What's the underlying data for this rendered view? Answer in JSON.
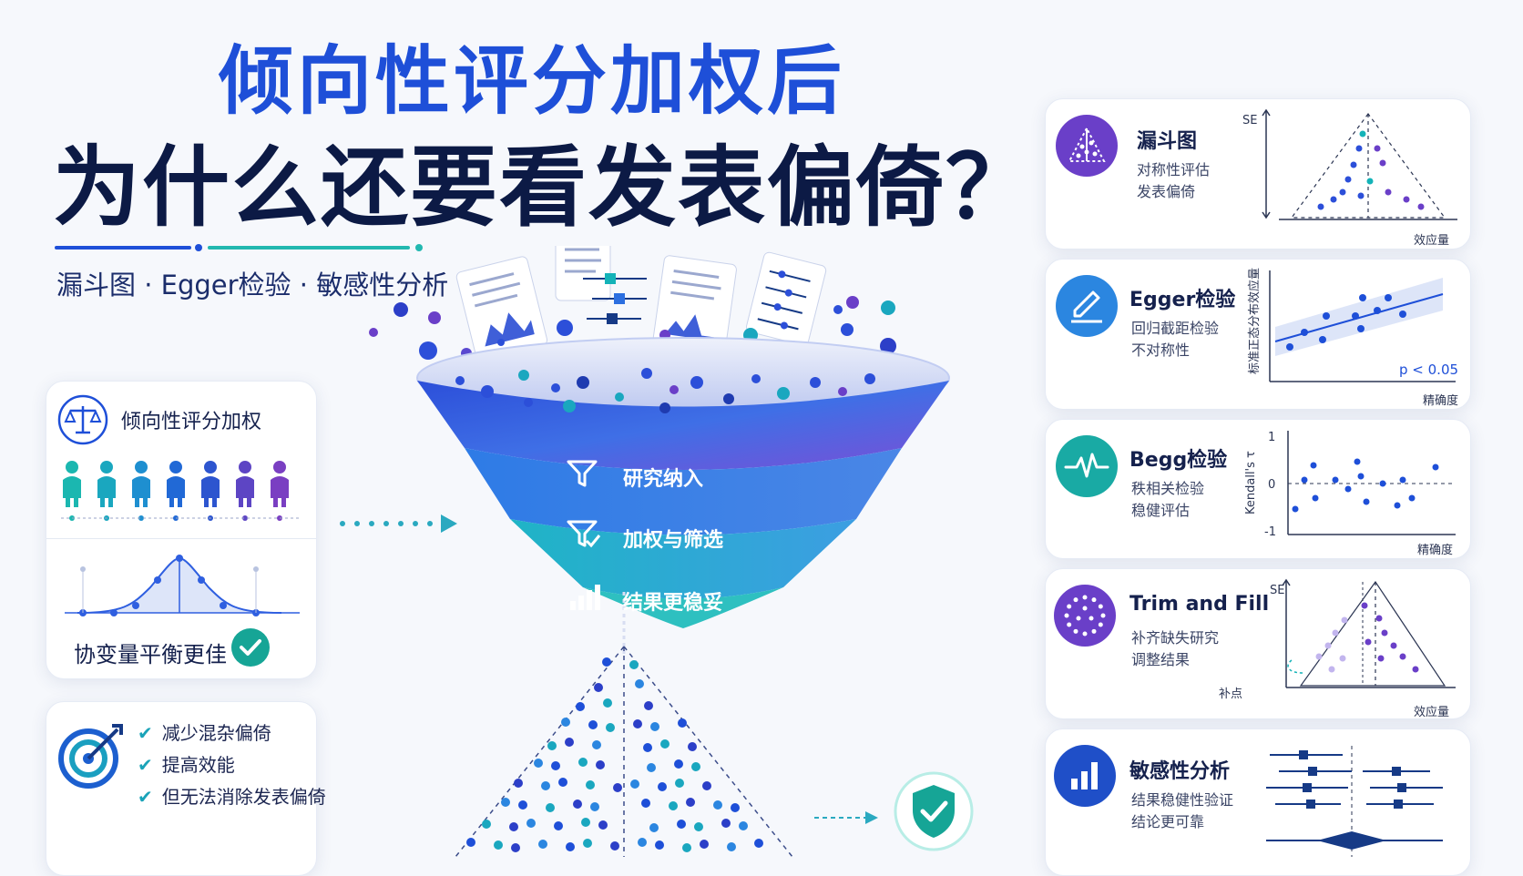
{
  "header": {
    "title_line1": "倾向性评分加权后",
    "title_line2": "为什么还要看发表偏倚？",
    "subtitle": "漏斗图 · Egger检验 · 敏感性分析"
  },
  "left_panel": {
    "title": "倾向性评分加权",
    "balance_label": "协变量平衡更佳"
  },
  "left_bottom": {
    "items": [
      "减少混杂偏倚",
      "提高效能",
      "但无法消除发表偏倚"
    ]
  },
  "funnel": {
    "layers": [
      "研究纳入",
      "加权与筛选",
      "结果更稳妥"
    ]
  },
  "right_cards": {
    "funnel_plot": {
      "title": "漏斗图",
      "lines": [
        "对称性评估",
        "发表偏倚"
      ],
      "y_axis": "SE",
      "x_axis": "效应量"
    },
    "egger": {
      "title": "Egger检验",
      "lines": [
        "回归截距检验",
        "不对称性"
      ],
      "y_axis": "标准正态分布效应量",
      "x_axis": "精确度",
      "p_value": "p < 0.05"
    },
    "begg": {
      "title": "Begg检验",
      "lines": [
        "秩相关检验",
        "稳健评估"
      ],
      "y_axis": "Kendall's τ",
      "x_axis": "精确度",
      "ticks": [
        "1",
        "0",
        "-1"
      ]
    },
    "trim_fill": {
      "title": "Trim and Fill",
      "lines": [
        "补齐缺失研究",
        "调整结果"
      ],
      "y_axis": "SE",
      "x_axis": "效应量",
      "note": "补点"
    },
    "sensitivity": {
      "title": "敏感性分析",
      "lines": [
        "结果稳健性验证",
        "结论更可靠"
      ]
    }
  },
  "colors": {
    "title_blue": "#1e4fd8",
    "navy": "#0c1a45",
    "teal": "#14b3b8",
    "purple": "#6a3fc8",
    "check_green": "#16a596"
  }
}
